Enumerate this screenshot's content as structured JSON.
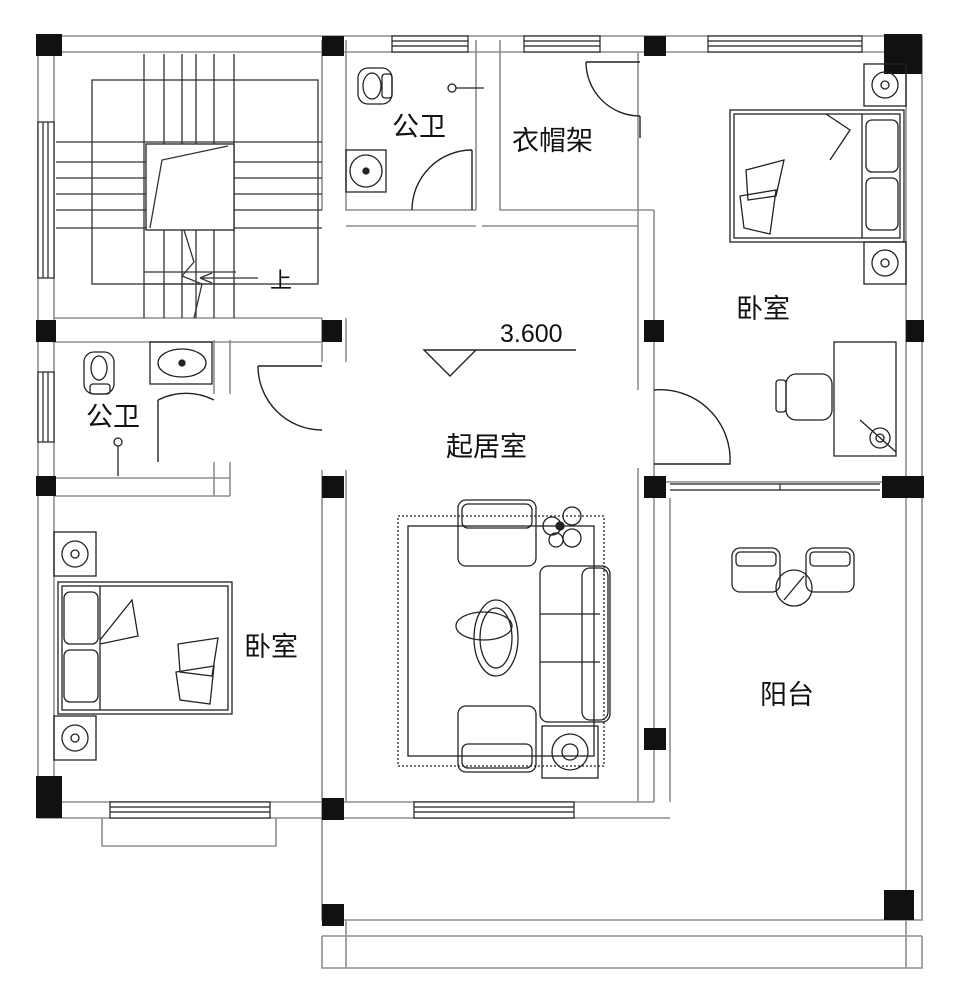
{
  "rooms": {
    "wc_top": "公卫",
    "cloakroom": "衣帽架",
    "bedroom_ne": "卧室",
    "wc_left": "公卫",
    "living": "起居室",
    "bedroom_sw": "卧室",
    "balcony": "阳台"
  },
  "elevation": "3.600",
  "stair_up": "上",
  "colors": {
    "line": "#222222",
    "column": "#111111",
    "wall_line": "#9a9a9a"
  }
}
